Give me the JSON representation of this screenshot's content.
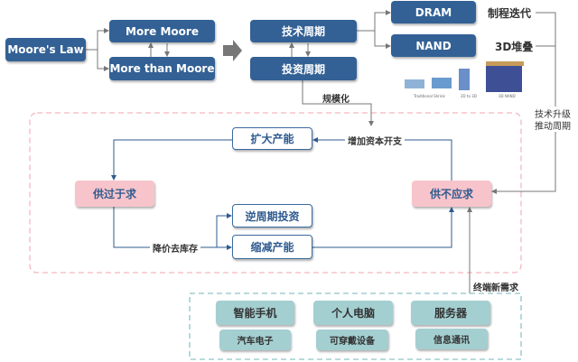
{
  "top": {
    "moores_law": "Moore's Law",
    "more_moore": "More Moore",
    "more_than_moore": "More than Moore",
    "tech_cycle": "技术周期",
    "invest_cycle": "投资周期",
    "dram": "DRAM",
    "nand": "NAND",
    "process_iteration": "制程迭代",
    "stacking_3d": "3D堆叠",
    "nand_image_captions": [
      "Traditional Shrink",
      "2D to 3D",
      "3D NAND"
    ],
    "tech_upgrade_line1": "技术升级",
    "tech_upgrade_line2": "推动周期",
    "scale": "规模化"
  },
  "cycle": {
    "expand_capacity": "扩大产能",
    "increase_capex": "增加资本开支",
    "oversupply": "供过于求",
    "undersupply": "供不应求",
    "countercyclical_invest": "逆周期投资",
    "reduce_capacity": "缩减产能",
    "destock": "降价去库存"
  },
  "demand": {
    "label": "终端新需求",
    "primary": [
      "智能手机",
      "个人电脑",
      "服务器"
    ],
    "secondary": [
      "汽车电子",
      "可穿戴设备",
      "信息通讯"
    ]
  },
  "colors": {
    "dark_blue": "#336195",
    "pink": "#f8c4cb",
    "teal": "#a4cfd1",
    "pink_dash": "#f4b6bf",
    "teal_dash": "#8fc4c7"
  }
}
